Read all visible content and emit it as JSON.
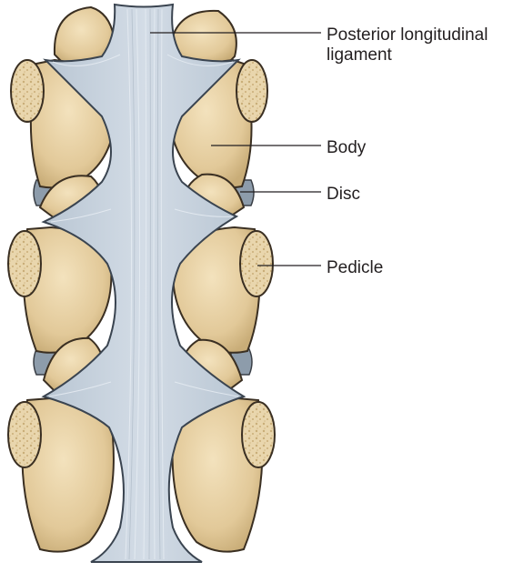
{
  "labels": {
    "posterior_longitudinal_ligament": {
      "line1": "Posterior longitudinal",
      "line2": "ligament"
    },
    "body": "Body",
    "disc": "Disc",
    "pedicle": "Pedicle"
  },
  "colors": {
    "bone": "#e8d3a6",
    "bone_shadow": "#c9ad78",
    "bone_outline": "#3a2f22",
    "cancellous": "#d8c29a",
    "ligament": "#c5d0dc",
    "ligament_fiber": "#e6ecf2",
    "disc": "#8a9aaa",
    "leader_line": "#231f20",
    "text": "#231f20"
  },
  "icons": [
    "vertebral-column-illustration"
  ]
}
